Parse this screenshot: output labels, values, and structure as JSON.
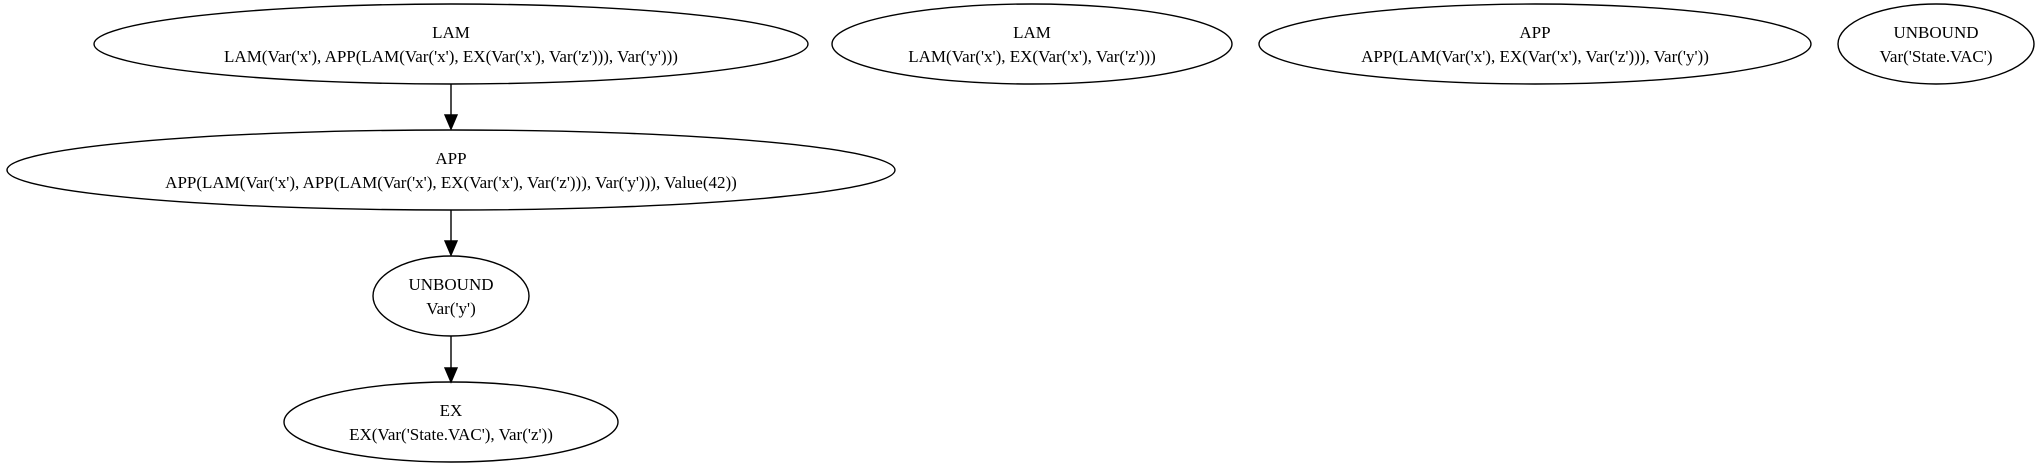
{
  "graph": {
    "nodes": [
      {
        "id": "n1",
        "kind": "LAM",
        "expr": "LAM(Var('x'), APP(LAM(Var('x'), EX(Var('x'), Var('z'))), Var('y')))"
      },
      {
        "id": "n2",
        "kind": "APP",
        "expr": "APP(LAM(Var('x'), APP(LAM(Var('x'), EX(Var('x'), Var('z'))), Var('y'))), Value(42))"
      },
      {
        "id": "n3",
        "kind": "UNBOUND",
        "expr": "Var('y')"
      },
      {
        "id": "n4",
        "kind": "EX",
        "expr": "EX(Var('State.VAC'), Var('z'))"
      },
      {
        "id": "n5",
        "kind": "LAM",
        "expr": "LAM(Var('x'), EX(Var('x'), Var('z')))"
      },
      {
        "id": "n6",
        "kind": "APP",
        "expr": "APP(LAM(Var('x'), EX(Var('x'), Var('z'))), Var('y'))"
      },
      {
        "id": "n7",
        "kind": "UNBOUND",
        "expr": "Var('State.VAC')"
      }
    ],
    "edges": [
      {
        "from": "n1",
        "to": "n2"
      },
      {
        "from": "n2",
        "to": "n3"
      },
      {
        "from": "n3",
        "to": "n4"
      }
    ]
  }
}
